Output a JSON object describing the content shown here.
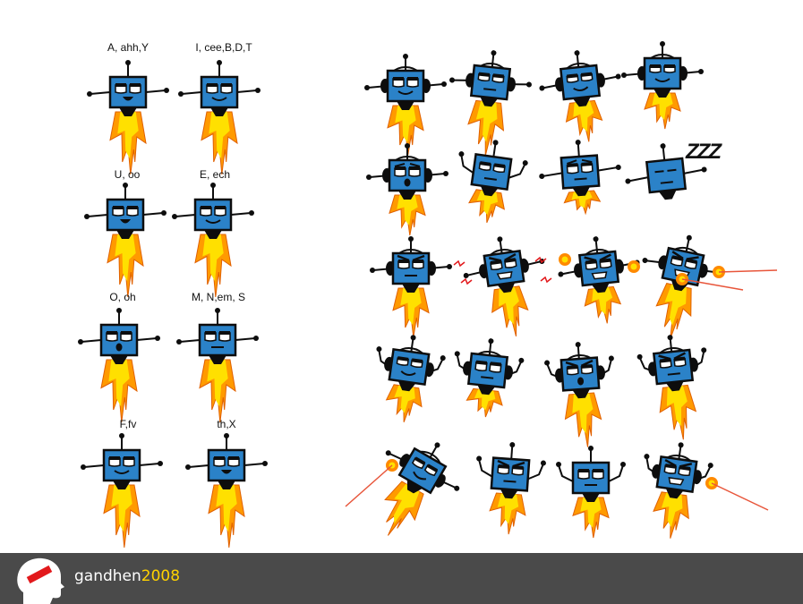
{
  "lip_sync_labels": [
    "A, ahh,Y",
    "I, cee,B,D,T",
    "U, oo",
    "E, ech",
    "O, oh",
    "M, N,em, S",
    "F,fv",
    "th,X"
  ],
  "sleep_text": "ZZZ",
  "footer": {
    "brand_name": "gandhen",
    "brand_year": "2008"
  },
  "colors": {
    "robot_body": "#2b82c8",
    "robot_outline": "#0d0d0d",
    "flame_outer": "#ff9a00",
    "flame_inner": "#ffe000",
    "footer_bg": "#4a4a4a",
    "brand_year": "#ffd200",
    "logo_accent": "#e2191c"
  }
}
